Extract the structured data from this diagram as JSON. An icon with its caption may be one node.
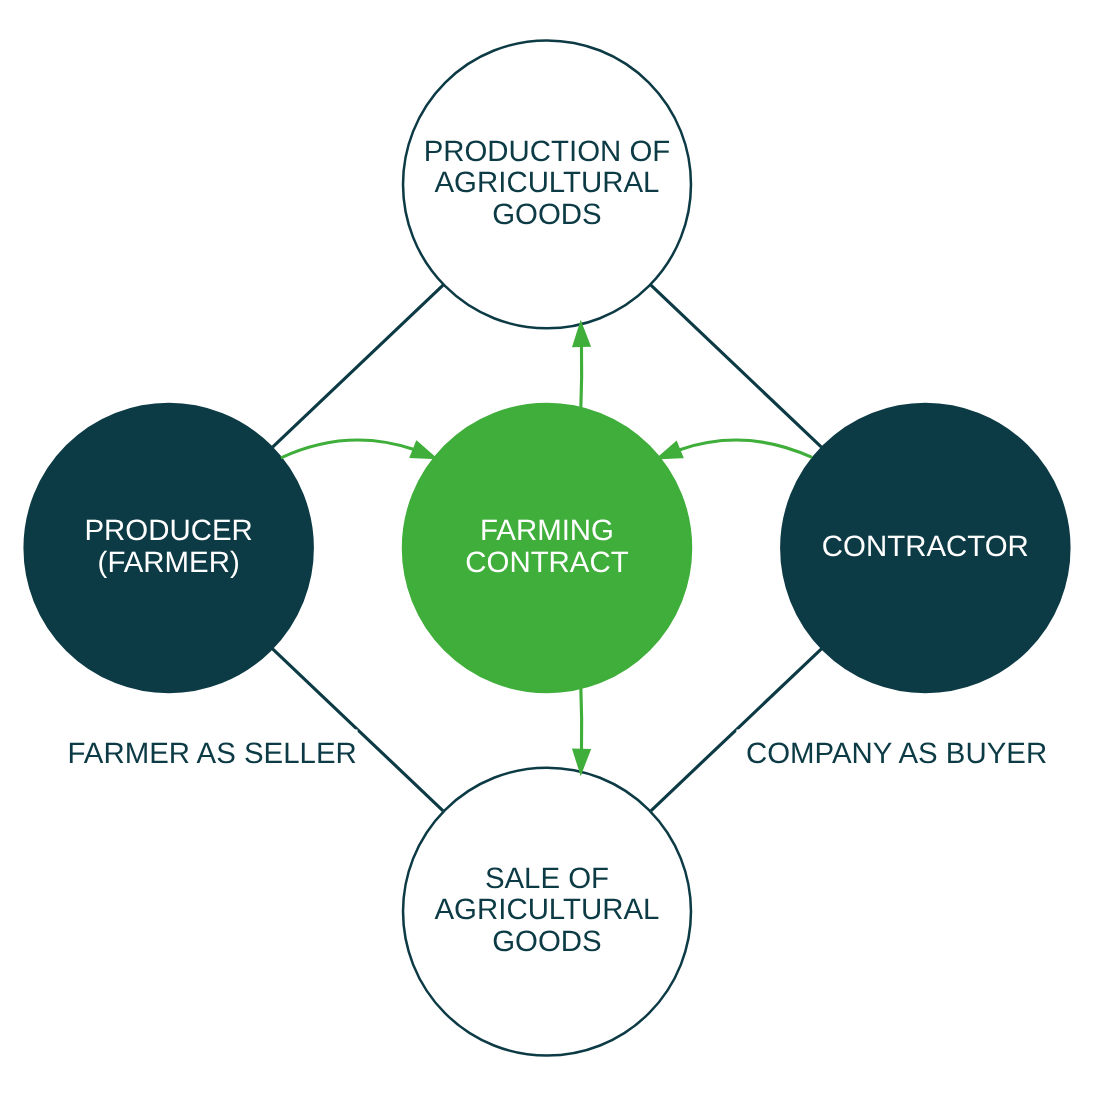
{
  "diagram": {
    "nodes": [
      {
        "text": [
          "PRODUCTION OF AGRICULTURAL GOODS"
        ]
      },
      {
        "text": [
          "PRODUCER (FARMER)"
        ]
      },
      {
        "text": [
          "FARMING CONTRACT"
        ]
      },
      {
        "text": [
          "CONTRACTOR"
        ]
      },
      {
        "text": [
          "SALE OF AGRICULTURAL GOODS"
        ]
      }
    ],
    "edges": [
      {
        "from": 1,
        "to": 2,
        "arrow": "to",
        "color": "#3fae3a"
      },
      {
        "from": 3,
        "to": 2,
        "arrow": "to",
        "color": "#3fae3a"
      },
      {
        "from": 2,
        "to": 0,
        "arrow": "to",
        "color": "#3fae3a"
      },
      {
        "from": 2,
        "to": 4,
        "arrow": "to",
        "color": "#3fae3a"
      },
      {
        "from": 1,
        "to": 0,
        "arrow": "none",
        "color": "#0d3b45"
      },
      {
        "from": 0,
        "to": 3,
        "arrow": "none",
        "color": "#0d3b45"
      },
      {
        "from": 1,
        "to": 4,
        "arrow": "none",
        "label": "FARMER AS SELLER",
        "color": "#0d3b45"
      },
      {
        "from": 3,
        "to": 4,
        "arrow": "none",
        "label": "COMPANY AS BUYER",
        "color": "#0d3b45"
      }
    ]
  }
}
